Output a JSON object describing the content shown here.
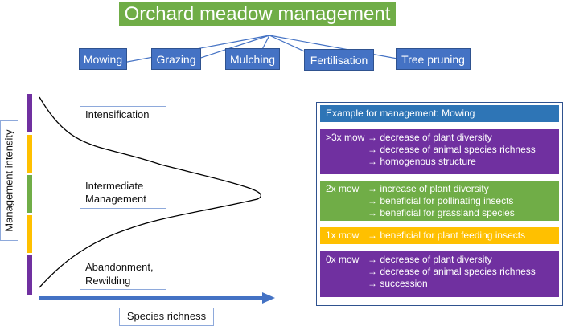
{
  "title": "Orchard meadow management",
  "practices": [
    "Mowing",
    "Grazing",
    "Mulching",
    "Fertilisation",
    "Tree pruning"
  ],
  "graph": {
    "y_axis_label": "Management intensity",
    "x_axis_label": "Species richness",
    "labels": [
      "Intensification",
      "Intermediate Management",
      "Abandonment, Rewilding"
    ],
    "intensity_colors": [
      "#7030a0",
      "#ffc000",
      "#70ad47",
      "#ffc000",
      "#7030a0"
    ]
  },
  "example": {
    "header": "Example for management: Mowing",
    "rows": [
      {
        "key": ">3x mow",
        "items": [
          "→ decrease of plant diversity",
          "→ decrease of animal species richness",
          "→ homogenous structure"
        ],
        "color": "#7030a0"
      },
      {
        "key": "2x mow",
        "items": [
          "→ increase of plant diversity",
          "→ beneficial for pollinating insects",
          "→ beneficial for grassland species"
        ],
        "color": "#70ad47"
      },
      {
        "key": "1x mow",
        "items": [
          "→ beneficial for plant feeding insects"
        ],
        "color": "#ffc000"
      },
      {
        "key": "0x mow",
        "items": [
          "→ decrease of plant diversity",
          "→ decrease of animal species richness",
          "→ succession"
        ],
        "color": "#7030a0"
      }
    ]
  }
}
